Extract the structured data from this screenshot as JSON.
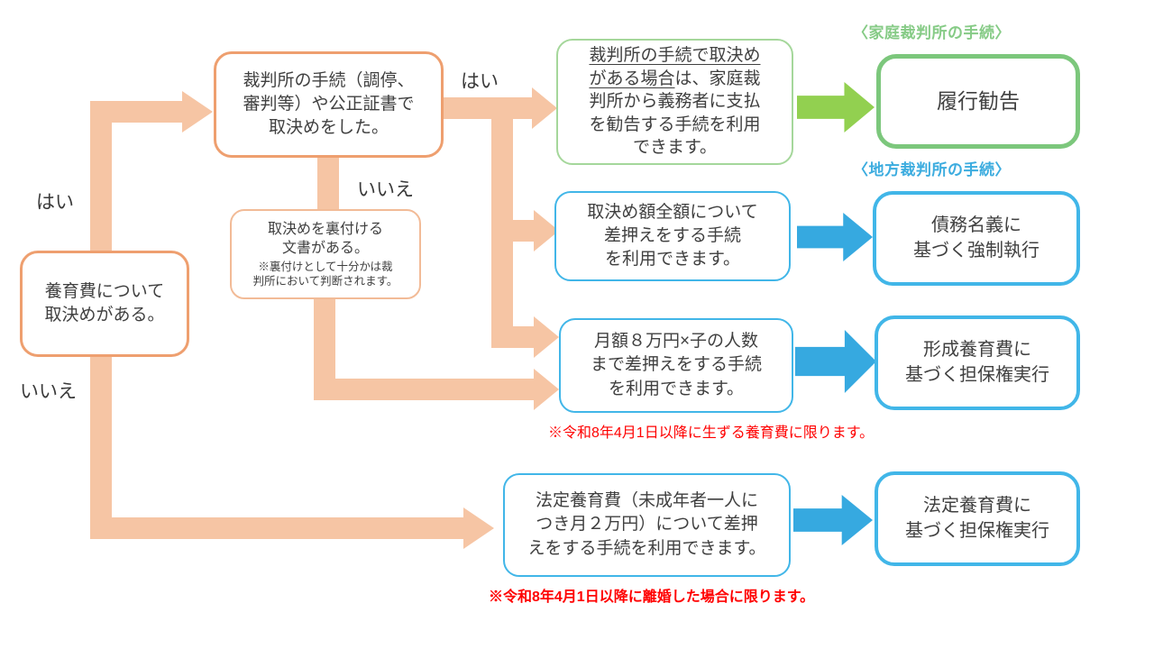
{
  "labels": {
    "yes_top": "はい",
    "no_top": "いいえ",
    "yes_mid": "はい",
    "no_mid": "いいえ"
  },
  "headers": {
    "family_court": "〈家庭裁判所の手続〉",
    "district_court": "〈地方裁判所の手続〉"
  },
  "left_box": {
    "text": "養育費について\n取決めがある。"
  },
  "court_box": {
    "text": "裁判所の手続（調停、\n審判等）や公正証書で\n取決めをした。"
  },
  "doc_box": {
    "text": "取決めを裏付ける\n文書がある。",
    "note": "※裏付けとして十分かは裁\n判所において判断されます。"
  },
  "green_box": {
    "line1_underlined": "裁判所の手続で取決め",
    "line2_underlined": "がある場合",
    "line2_rest": "は、家庭裁",
    "line3": "判所から義務者に支払",
    "line4": "を勧告する手続を利用",
    "line5": "できます。"
  },
  "blue_box_full": {
    "text": "取決め額全額について\n差押えをする手続\nを利用できます。"
  },
  "blue_box_monthly": {
    "text": "月額８万円×子の人数\nまで差押えをする手続\nを利用できます。"
  },
  "blue_box_statutory": {
    "text": "法定養育費（未成年者一人に\nつき月２万円）について差押\nえをする手続を利用できます。"
  },
  "result_boxes": {
    "performance_advice": "履行勧告",
    "compulsory_execution": "債務名義に\n基づく強制執行",
    "formed_support_lien": "形成養育費に\n基づく担保権実行",
    "statutory_support_lien": "法定養育費に\n基づく担保権実行"
  },
  "notes": {
    "monthly_limit": "※令和8年4月1日以降に生ずる養育費に限ります。",
    "statutory_limit": "※令和8年4月1日以降に離婚した場合に限ります。"
  },
  "colors": {
    "peach_arrow": "#F6C5A4",
    "peach_border": "#EE9F6F",
    "peach_border_light": "#F2BB97",
    "green_border_thick": "#7CC77C",
    "green_border_thin": "#A5D79B",
    "green_arrow": "#92D050",
    "green_header_text": "#86CB86",
    "blue_border": "#41B6E8",
    "blue_arrow": "#36A9E0",
    "blue_header_text": "#3CACDF",
    "note_red": "#FF0000"
  }
}
